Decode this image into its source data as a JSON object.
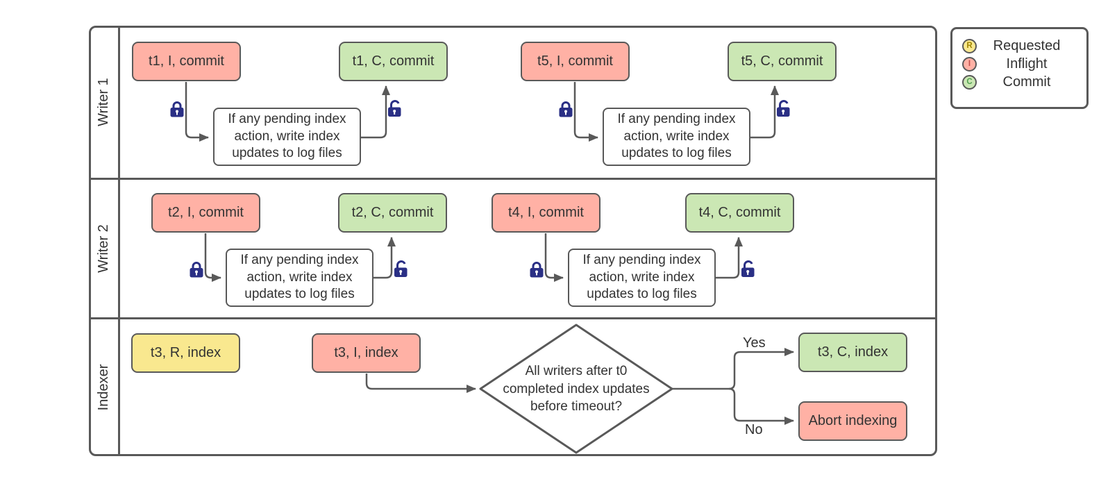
{
  "lanes": {
    "writer1": {
      "label": "Writer 1"
    },
    "writer2": {
      "label": "Writer 2"
    },
    "indexer": {
      "label": "Indexer"
    }
  },
  "nodes": {
    "t1_inflight": {
      "label": "t1, I, commit",
      "state": "inflight"
    },
    "t1_commit": {
      "label": "t1, C, commit",
      "state": "commit"
    },
    "t5_inflight": {
      "label": "t5, I, commit",
      "state": "inflight"
    },
    "t5_commit": {
      "label": "t5, C, commit",
      "state": "commit"
    },
    "t2_inflight": {
      "label": "t2, I, commit",
      "state": "inflight"
    },
    "t2_commit": {
      "label": "t2, C, commit",
      "state": "commit"
    },
    "t4_inflight": {
      "label": "t4, I, commit",
      "state": "inflight"
    },
    "t4_commit": {
      "label": "t4, C, commit",
      "state": "commit"
    },
    "t3_requested": {
      "label": "t3, R, index",
      "state": "requested"
    },
    "t3_inflight": {
      "label": "t3, I, index",
      "state": "inflight"
    },
    "t3_commit": {
      "label": "t3, C, index",
      "state": "commit"
    },
    "abort": {
      "label": "Abort indexing",
      "state": "inflight"
    },
    "process": {
      "label": "If any pending index action, write index updates to log files"
    },
    "decision": {
      "label": "All writers after t0 completed index updates before timeout?"
    }
  },
  "edge_labels": {
    "yes": "Yes",
    "no": "No"
  },
  "legend": {
    "items": [
      {
        "letter": "R",
        "label": "Requested",
        "state": "requested"
      },
      {
        "letter": "I",
        "label": "Inflight",
        "state": "inflight"
      },
      {
        "letter": "C",
        "label": "Commit",
        "state": "commit"
      }
    ]
  },
  "colors": {
    "requested_fill": "#f9e88f",
    "inflight_fill": "#ffb1a5",
    "commit_fill": "#cbe7b4",
    "border": "#595959",
    "lock": "#2a2f85",
    "text": "#333333"
  }
}
